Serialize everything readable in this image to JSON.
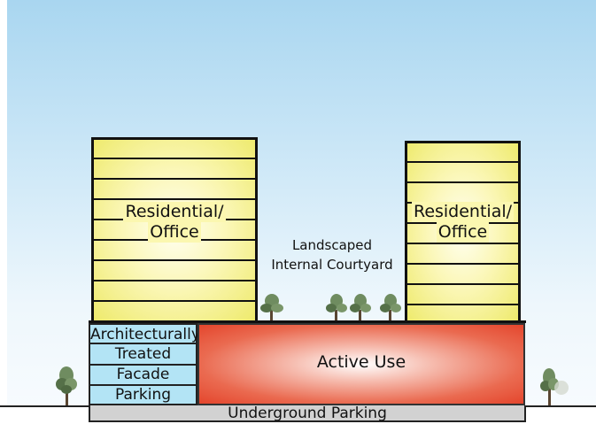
{
  "buildings": {
    "left_tower_label_1": "Residential/",
    "left_tower_label_2": "Office",
    "right_tower_label_1": "Residential/",
    "right_tower_label_2": "Office"
  },
  "courtyard": {
    "line_1": "Landscaped",
    "line_2": "Internal Courtyard"
  },
  "podium": {
    "active_use": "Active Use",
    "facade_rows": [
      "Architecturally",
      "Treated",
      "Facade",
      "Parking"
    ]
  },
  "underground": {
    "label": "Underground Parking"
  },
  "colors": {
    "sky": "#a9d6f0",
    "tower": "#f3ef8a",
    "active_use": "#e4452c",
    "facade": "#b3e4f5",
    "underground": "#d2d2d2",
    "tree": "#5d7a52"
  }
}
